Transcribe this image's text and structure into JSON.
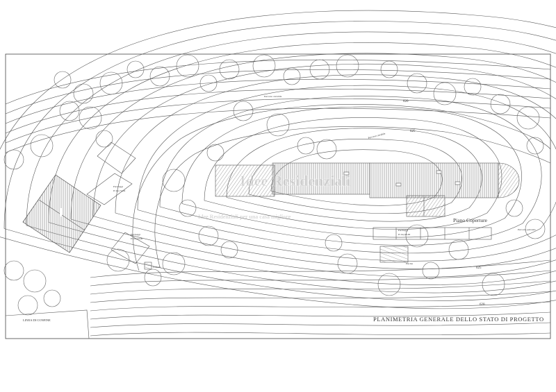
{
  "drawing": {
    "title": "PLANIMETRIA GENERALE DELLO STATO DI PROGETTO",
    "plan_label": "Piano Coperture",
    "boundary_label": "LINEA DI CONFINE",
    "driveway_label": "Percorso carrabile",
    "driveway_label_2": "Percorso carrabile",
    "driveway_label_3": "Percorso pedonale",
    "contour_020": "620",
    "contour_025": "625",
    "contour_020_b": "620",
    "contour_025_b": "625",
    "parking_1": {
      "label": "Parcheggi",
      "area": "Pr mq 74,04"
    },
    "parking_2": {
      "label": "Parcheggi",
      "area": "Pr mq 44,00"
    },
    "parking_3": {
      "label": "Parcheggi",
      "area": "Pr mq 90,00"
    },
    "fountain_label": "Fontana",
    "pool_label": "Piscina"
  },
  "watermark": {
    "brand": "Idee Residenziali",
    "tagline": "Idee Residenziali per una casa migliore"
  },
  "colors": {
    "line": "#555555",
    "hatch": "#8a8a8a",
    "watermark": "#c8c8c8"
  }
}
